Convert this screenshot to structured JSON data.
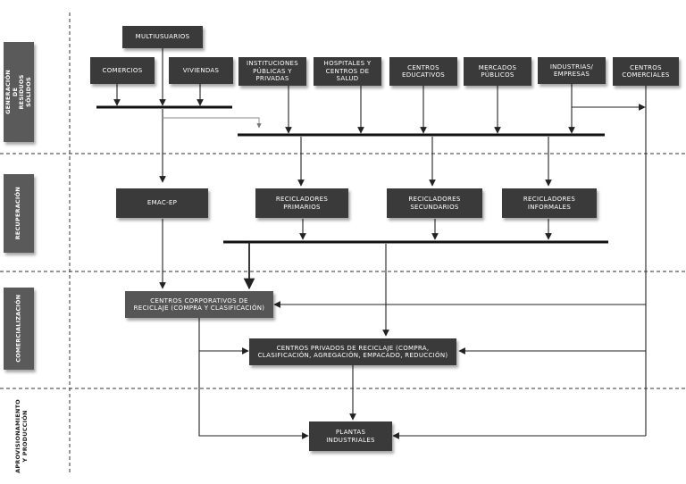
{
  "stages": [
    {
      "id": "generacion",
      "label": "GENERACIÓN DE\nRESIDUOS SÓLIDOS"
    },
    {
      "id": "recuperacion",
      "label": "RECUPERACIÓN"
    },
    {
      "id": "comercializacion",
      "label": "COMERCIALIZACIÓN"
    },
    {
      "id": "aprovisionamiento",
      "label": "APROVISIONAMIENTO\nY PRODUCCIÓN"
    }
  ],
  "nodes": {
    "multiusuarios": "MULTIUSUARIOS",
    "comercios": "COMERCIOS",
    "viviendas": "VIVIENDAS",
    "instituciones": "INSTITUCIONES\nPÚBLICAS Y\nPRIVADAS",
    "hospitales": "HOSPITALES Y\nCENTROS DE\nSALUD",
    "educativos": "CENTROS\nEDUCATIVOS",
    "mercados": "MERCADOS\nPÚBLICOS",
    "industrias": "INDUSTRIAS/\nEMPRESAS",
    "comerciales": "CENTROS\nCOMERCIALES",
    "emac": "EMAC-EP",
    "rec_primarios": "RECICLADORES\nPRIMARIOS",
    "rec_secundarios": "RECICLADORES\nSECUNDARIOS",
    "rec_informales": "RECICLADORES\nINFORMALES",
    "corporativos": "CENTROS CORPORATIVOS DE\nRECICLAJE (COMPRA Y CLASIFICACIÓN)",
    "privados": "CENTROS PRIVADOS DE RECICLAJE (COMPRA,\nCLASIFICACIÓN, AGREGACIÓN, EMPACADO, REDUCCIÓN)",
    "plantas": "PLANTAS\nINDUSTRIALES"
  }
}
